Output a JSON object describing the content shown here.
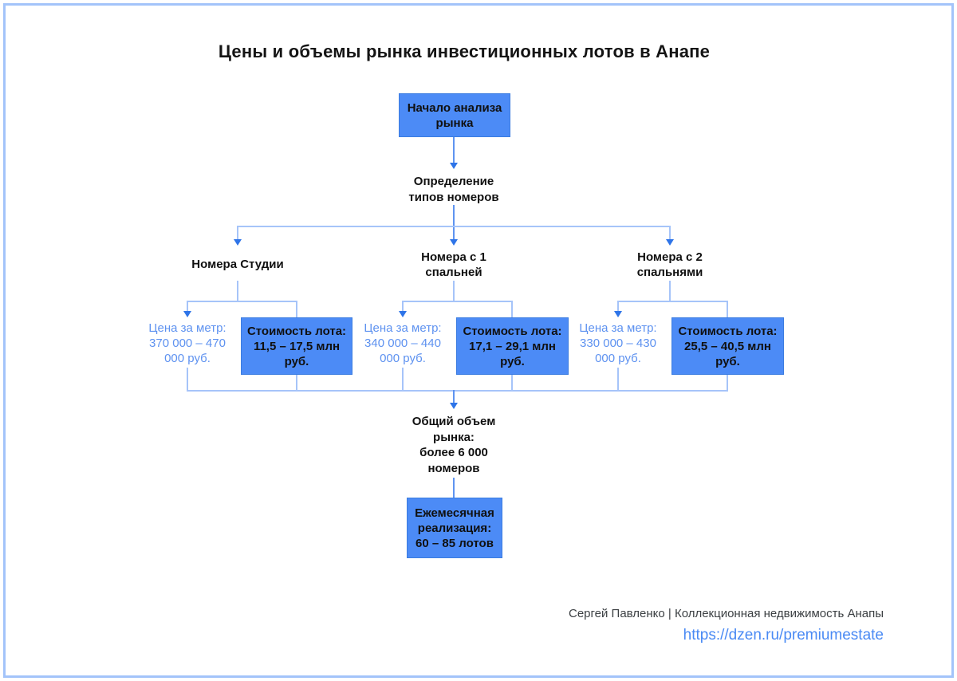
{
  "page": {
    "title": "Цены и объемы рынка инвестиционных лотов в Анапе"
  },
  "flowchart": {
    "start": "Начало анализа\nрынка",
    "step_types": "Определение\nтипов номеров",
    "branches": [
      {
        "label": "Номера Студии",
        "price_per_meter": "Цена за метр:\n370 000 – 470\n000 руб.",
        "lot_cost": "Стоимость лота:\n11,5 – 17,5 млн\nруб."
      },
      {
        "label": "Номера с 1\nспальней",
        "price_per_meter": "Цена за метр:\n340 000 – 440\n000 руб.",
        "lot_cost": "Стоимость лота:\n17,1 – 29,1 млн\nруб."
      },
      {
        "label": "Номера с 2\nспальнями",
        "price_per_meter": "Цена за метр:\n330 000 – 430\n000 руб.",
        "lot_cost": "Стоимость лота:\n25,5 – 40,5 млн\nруб."
      }
    ],
    "total_volume": "Общий объем\nрынка:\nболее 6 000\nномеров",
    "monthly_sales": "Ежемесячная\nреализация:\n60 – 85 лотов"
  },
  "footer": {
    "author": "Сергей Павленко | Коллекционная недвижимость Анапы",
    "link": "https://dzen.ru/premiumestate"
  },
  "colors": {
    "node_fill": "#4c8bf6",
    "node_border": "#3b7ce0",
    "connector_light": "#a6c4f9",
    "connector_mid": "#5e94f1",
    "arrowhead": "#2e74e8",
    "price_text": "#5e92f0",
    "link_text": "#4a8af4",
    "frame_border": "#a3c4fa",
    "text": "#101010"
  }
}
